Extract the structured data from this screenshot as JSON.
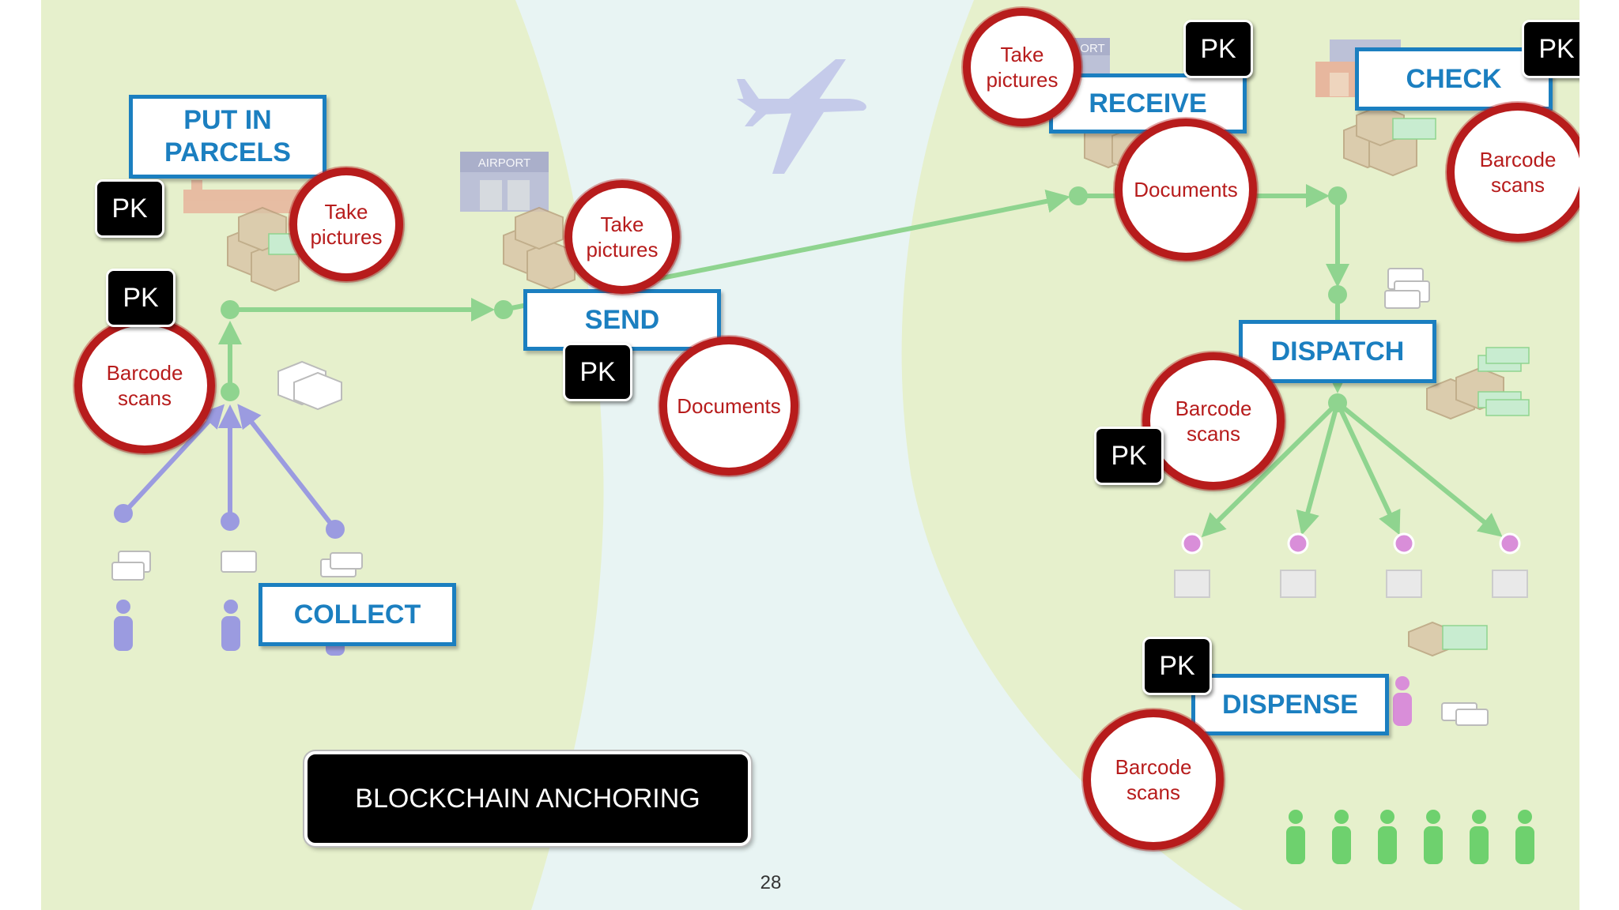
{
  "stages": {
    "put_in_parcels": "PUT IN\nPARCELS",
    "collect": "COLLECT",
    "send": "SEND",
    "receive": "RECEIVE",
    "check": "CHECK",
    "dispatch": "DISPATCH",
    "dispense": "DISPENSE"
  },
  "pk_label": "PK",
  "stamps": {
    "take_pictures": "Take\npictures",
    "barcode_scans": "Barcode\nscans",
    "documents": "Documents"
  },
  "building_label": "AIRPORT",
  "building_label_partial": "ORT",
  "anchor_label": "BLOCKCHAIN ANCHORING",
  "page_number": "28",
  "colors": {
    "land": "#e6f0cc",
    "water": "#e8f4f3",
    "flow_arrow": "#8fd48f",
    "collect_arrow": "#9b9be0",
    "stage_border": "#1b7fc0",
    "stamp_red": "#b71c1c",
    "dispense_node": "#d98ed9"
  }
}
